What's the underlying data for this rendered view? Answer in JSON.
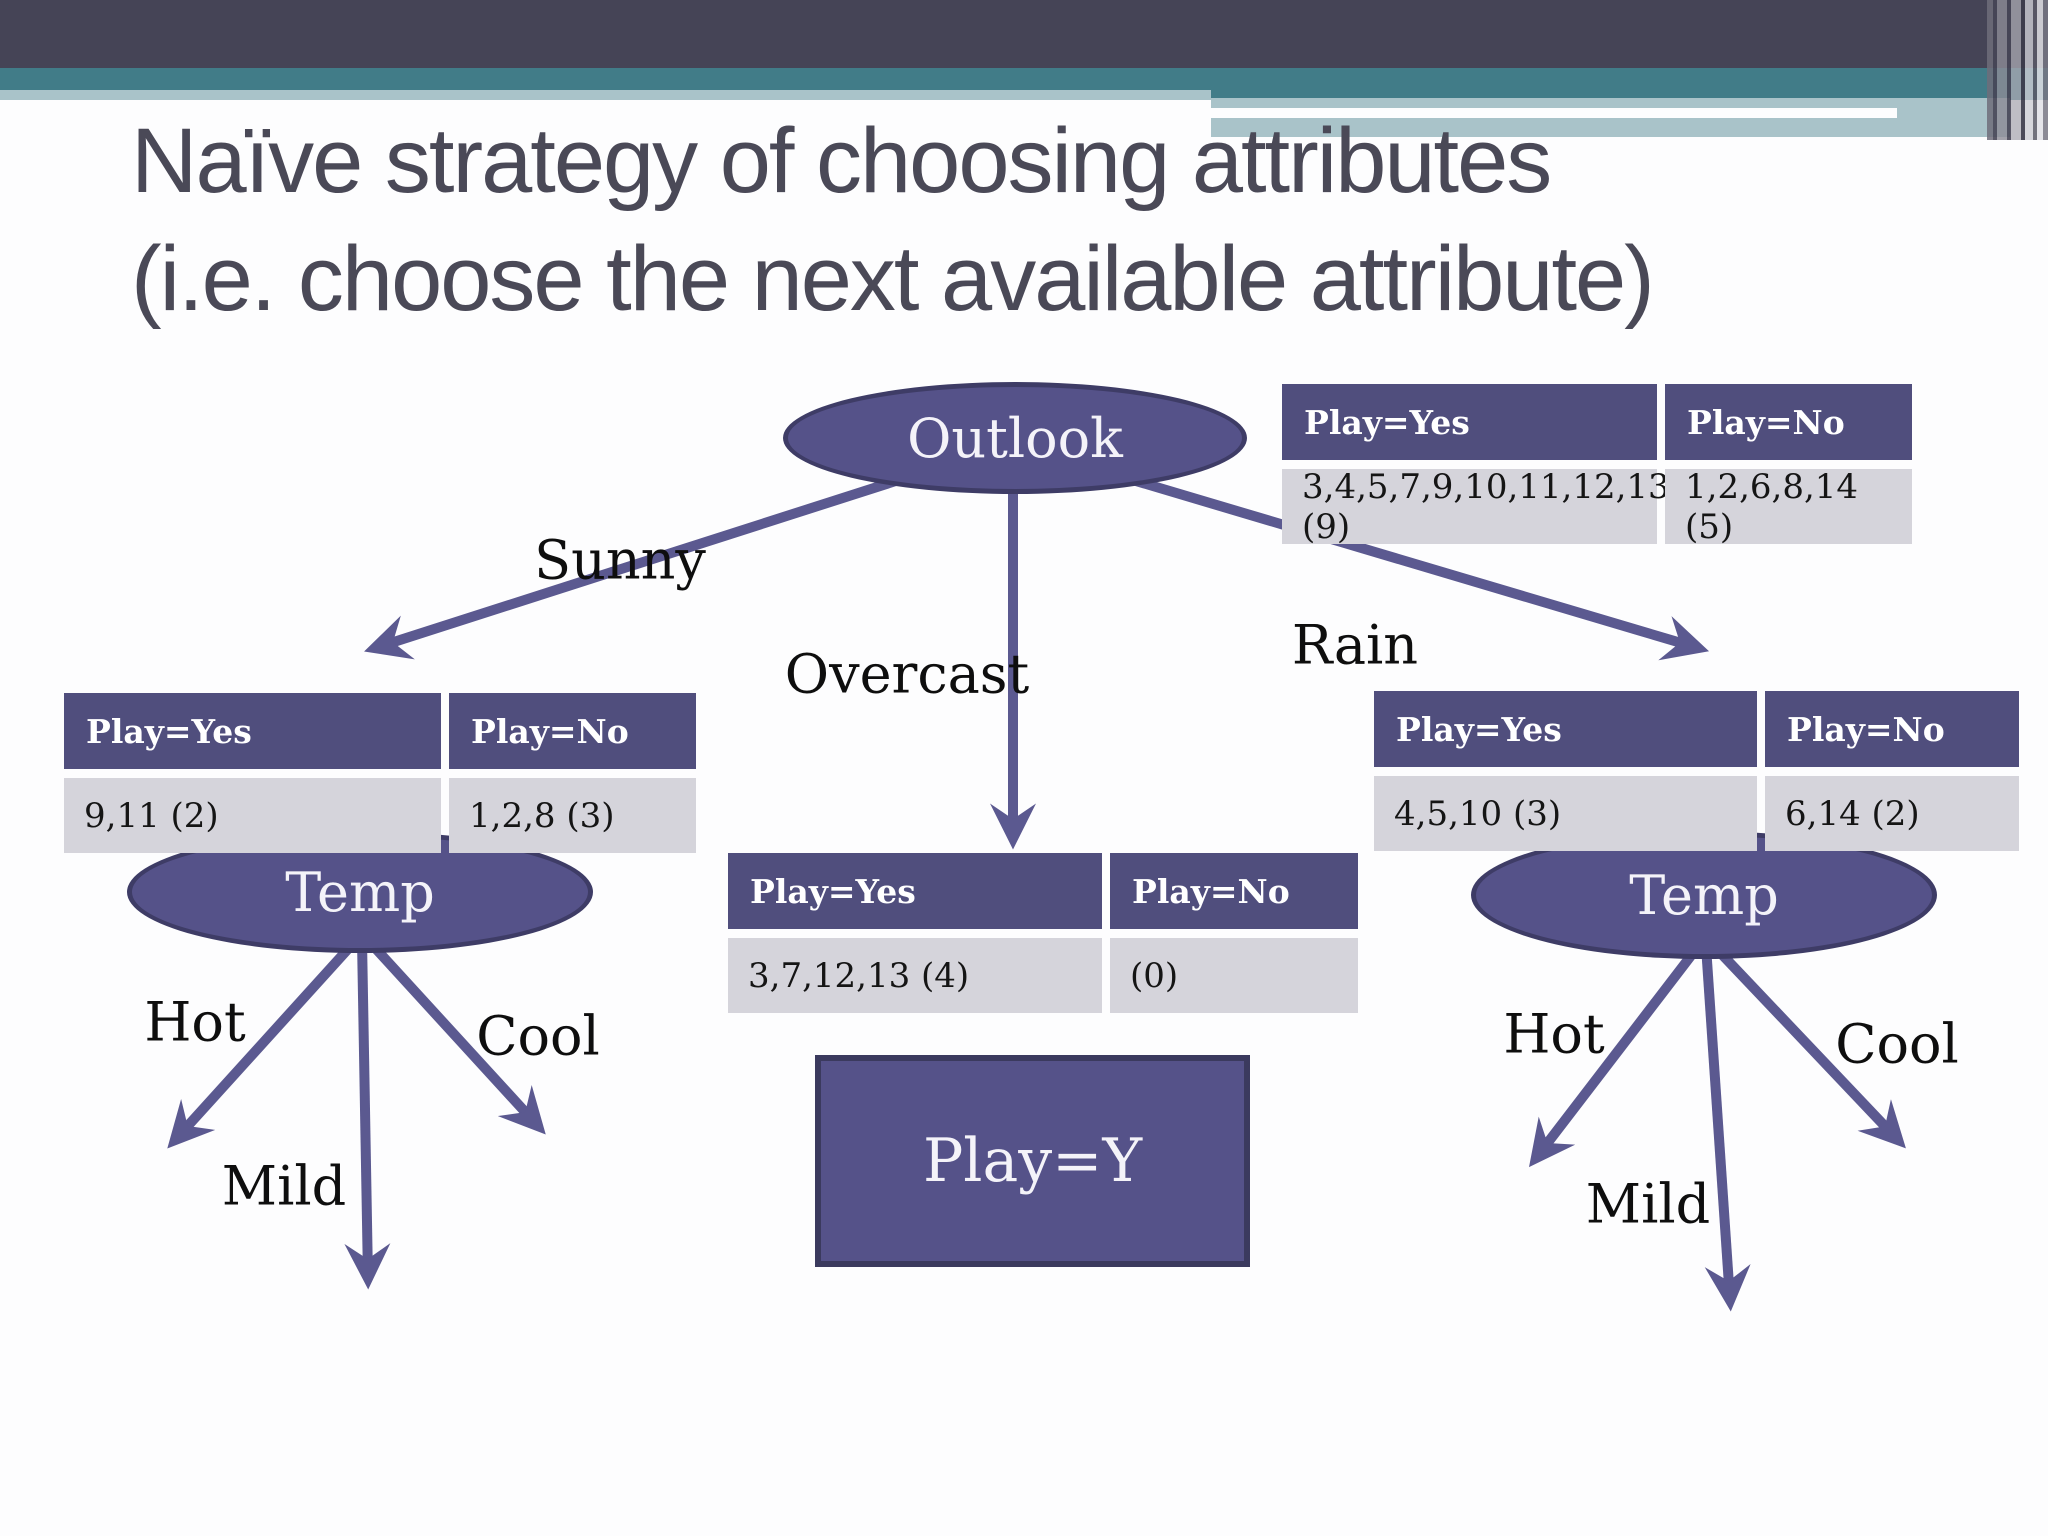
{
  "slide": {
    "title_line1": "Naïve strategy of choosing attributes",
    "title_line2": "(i.e. choose the next available attribute)"
  },
  "colors": {
    "header_bar": "#454456",
    "teal_band": "#417c88",
    "light_teal_band": "#a9c3c9",
    "node_fill": "#555289",
    "node_border": "#3e3c66",
    "arrow": "#5b5990",
    "table_header_bg": "#504e7d",
    "table_row_bg": "#d5d4db",
    "title_text": "#4a4957"
  },
  "tree": {
    "root_label": "Outlook",
    "temp_left_label": "Temp",
    "temp_right_label": "Temp",
    "leaf_label": "Play=Y",
    "branches": {
      "sunny": "Sunny",
      "overcast": "Overcast",
      "rain": "Rain",
      "hot": "Hot",
      "mild": "Mild",
      "cool": "Cool"
    }
  },
  "tables": {
    "root": {
      "headers": [
        "Play=Yes",
        "Play=No"
      ],
      "rows": [
        [
          "3,4,5,7,9,10,11,12,13 (9)",
          "1,2,6,8,14 (5)"
        ]
      ]
    },
    "sunny": {
      "headers": [
        "Play=Yes",
        "Play=No"
      ],
      "rows": [
        [
          "9,11 (2)",
          "1,2,8 (3)"
        ]
      ]
    },
    "overcast": {
      "headers": [
        "Play=Yes",
        "Play=No"
      ],
      "rows": [
        [
          "3,7,12,13 (4)",
          "(0)"
        ]
      ]
    },
    "rain": {
      "headers": [
        "Play=Yes",
        "Play=No"
      ],
      "rows": [
        [
          "4,5,10 (3)",
          "6,14 (2)"
        ]
      ]
    }
  }
}
